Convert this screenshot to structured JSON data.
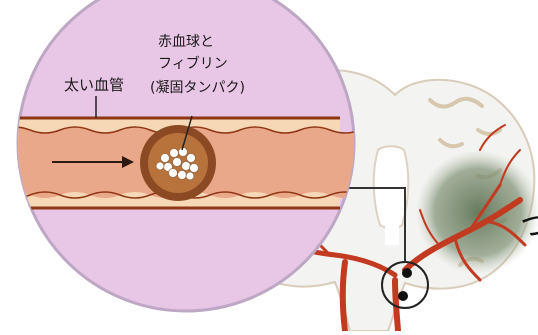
{
  "figure": {
    "labels": {
      "large_vessel": "太い血管",
      "clot_line1": "赤血球と",
      "clot_line2": "フィブリン",
      "clot_line3": "(凝固タンパク)"
    },
    "edge_text": "つ",
    "colors": {
      "inset_circle_fill": "#e8c6e6",
      "inset_circle_stroke": "#b9a0c0",
      "vessel_fill": "#f7d6b0",
      "vessel_lumen": "#e9a98d",
      "vessel_wall": "#9b3b17",
      "clot_outer": "#8b4a23",
      "clot_inner": "#b9733a",
      "rbc_fill": "#ffffff",
      "brain_fill": "#f2f2f0",
      "brain_outline": "#c9b9a0",
      "artery": "#c23a1f",
      "infarct": "#6c8062",
      "ventricle": "#ffffff",
      "pointer_line": "#222222"
    },
    "icons": {
      "flow_arrow": "right-arrow-icon",
      "occlusion_circle": "circle-outline-icon"
    }
  }
}
